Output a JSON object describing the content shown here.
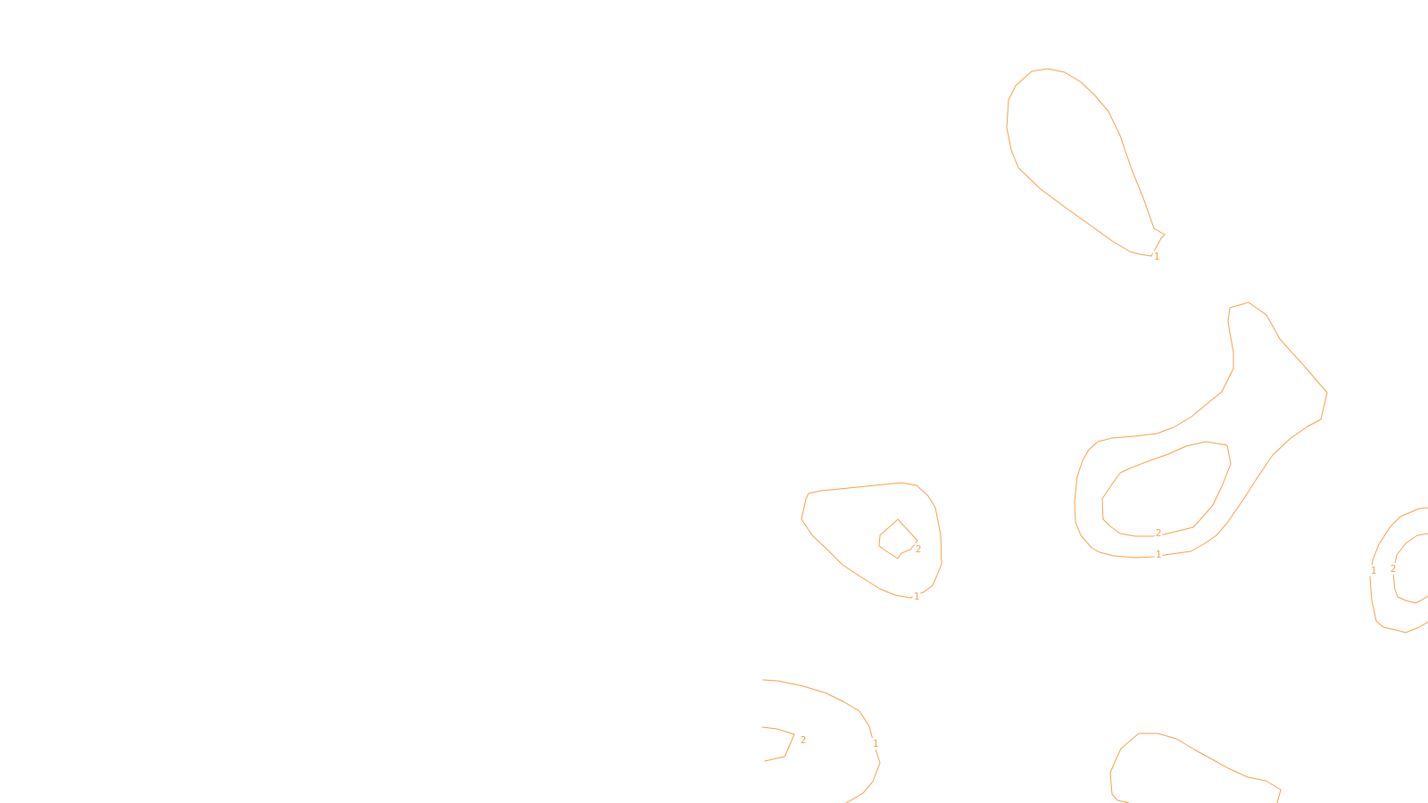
{
  "map": {
    "line_color": "#f5a04a",
    "background": "#ffffff"
  },
  "contours": [
    {
      "id": "top-loop",
      "level": "1"
    },
    {
      "id": "center-outer",
      "level": "1"
    },
    {
      "id": "center-inner",
      "level": "2"
    },
    {
      "id": "right-outer",
      "level": "1"
    },
    {
      "id": "right-inner",
      "level": "2"
    },
    {
      "id": "far-right-outer",
      "level": "1"
    },
    {
      "id": "far-right-inner",
      "level": "2"
    },
    {
      "id": "bottom-left-outer",
      "level": "1"
    },
    {
      "id": "bottom-left-inner",
      "level": "2"
    },
    {
      "id": "bottom-right",
      "level": ""
    }
  ]
}
